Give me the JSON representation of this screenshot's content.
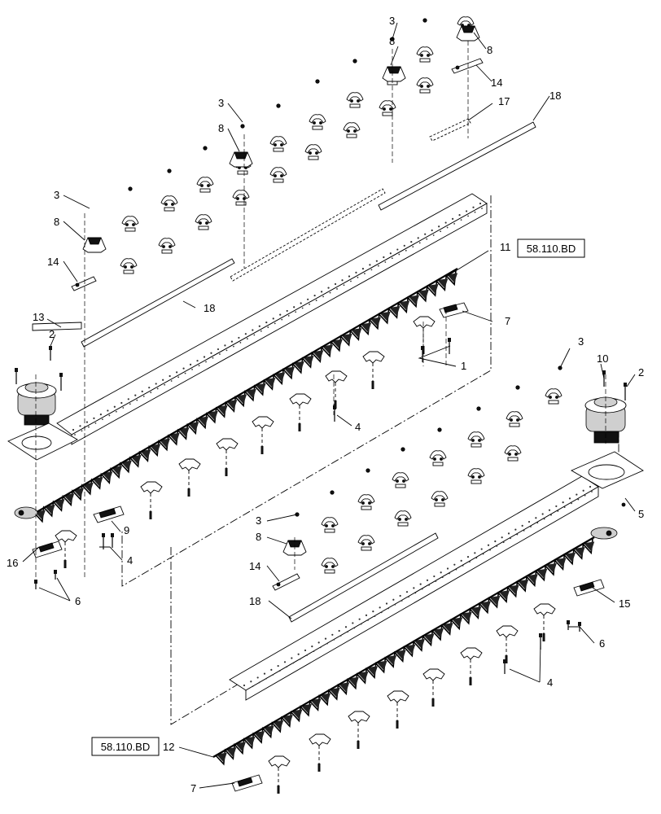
{
  "diagram": {
    "reference_labels": [
      "58.110.BD",
      "58.110.BD"
    ],
    "callouts": {
      "c1": "1",
      "c2": "2",
      "c3": "3",
      "c4": "4",
      "c5": "5",
      "c6": "6",
      "c7": "7",
      "c8": "8",
      "c9": "9",
      "c10": "10",
      "c11": "11",
      "c12": "12",
      "c13": "13",
      "c14": "14",
      "c15": "15",
      "c16": "16",
      "c17": "17",
      "c18": "18"
    }
  }
}
